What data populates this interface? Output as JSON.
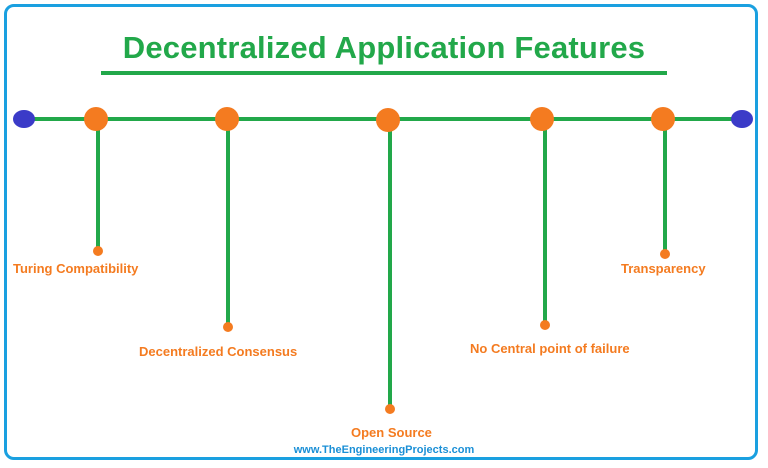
{
  "title": "Decentralized Application Features",
  "features": [
    {
      "label": "Turing Compatibility"
    },
    {
      "label": "Decentralized Consensus"
    },
    {
      "label": "Open Source"
    },
    {
      "label": "No Central point of failure"
    },
    {
      "label": "Transparency"
    }
  ],
  "footer": "www.TheEngineeringProjects.com",
  "colors": {
    "line": "#22a84a",
    "node": "#f47b20",
    "endpoint": "#3b3bc8",
    "label": "#f47b20",
    "title": "#22a84a",
    "frame": "#1aa0e0",
    "footer": "#1a8fd6"
  }
}
